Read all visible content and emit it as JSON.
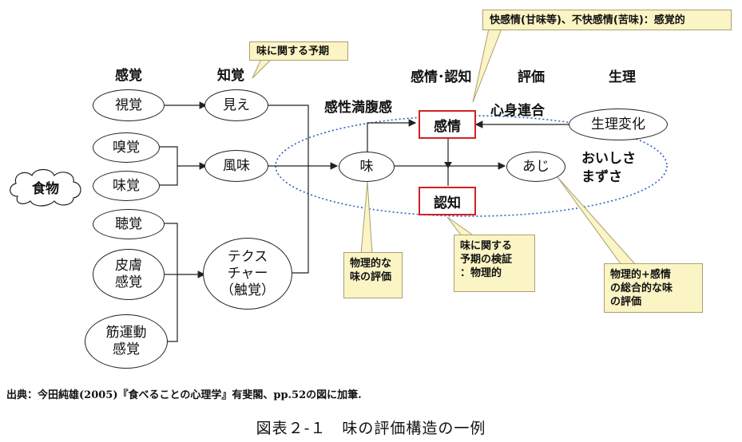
{
  "headers": {
    "sensation": "感覚",
    "perception": "知覚",
    "emotion_cognition": "感情･認知",
    "evaluation": "評価",
    "physiology": "生理"
  },
  "nodes": {
    "food": "食物",
    "sight": "視覚",
    "smell": "嗅覚",
    "taste_sense": "味覚",
    "hearing": "聴覚",
    "skin": "皮膚\n感覚",
    "muscle": "筋運動\n感覚",
    "appearance": "見え",
    "flavor": "風味",
    "texture": "テクス\nチャー\n（触覚）",
    "aji_taste": "味",
    "aji_kana": "あじ",
    "emotion": "感情",
    "cognition": "認知",
    "physiological_change": "生理変化"
  },
  "labels": {
    "satiety": "感性満腹感",
    "mind_body": "心身連合",
    "delicious": "おいしさ\nまずさ"
  },
  "notes": {
    "expectation": "味に関する予期",
    "pleasure": "快感情(甘味等)、不快感情(苦味)：感覚的",
    "physical_eval": "物理的な\n味の評価",
    "verification": "味に関する\n予期の検証\n：物理的",
    "combined_eval": "物理的+感情\nの総合的な味\nの評価"
  },
  "source": "出典：今田純雄(2005)『食べることの心理学』有斐閣、pp.52の図に加筆.",
  "caption": "図表２-１　味の評価構造の一例"
}
